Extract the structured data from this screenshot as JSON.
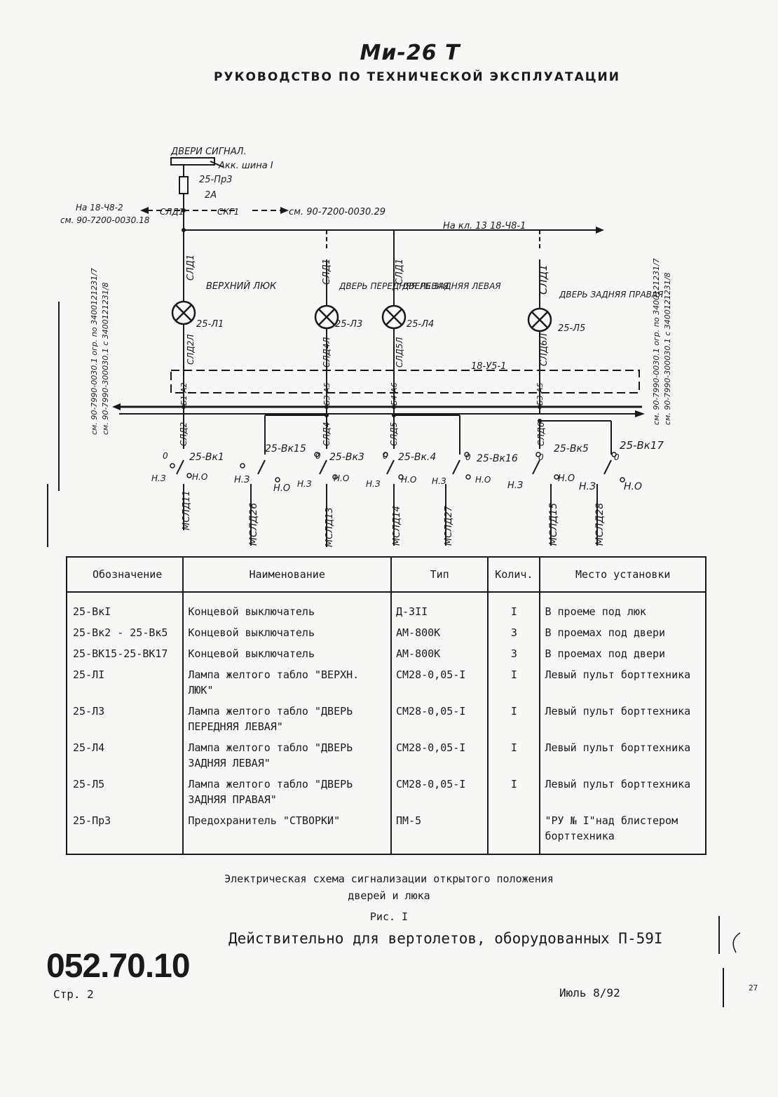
{
  "header": {
    "model": "Ми-26 Т",
    "title": "РУКОВОДСТВО ПО ТЕХНИЧЕСКОЙ ЭКСПЛУАТАЦИИ"
  },
  "schematic": {
    "top_box": "ДВЕРИ СИГНАЛ.",
    "bus": "Акк. шина I",
    "fuse": "25-Пр3",
    "fuse_rating": "2А",
    "left_ref_1": "На 18-Ч8-2",
    "left_ref_2": "см. 90-7200-0030.18",
    "sld1": "СЛД1",
    "skg1": "СКГ1",
    "right_ref": "см. 90-7200-0030.29",
    "right_ref_2": "На кл. 13 18-Ч8-1",
    "lamps": [
      {
        "id": "25-Л1",
        "label": "ВЕРХНИЙ ЛЮК",
        "out": "СЛД2Л",
        "pins": "Б1 А2",
        "sw": "СЛД2"
      },
      {
        "id": "25-Л3",
        "label": "ДВЕРЬ ПЕРЕДНЯЯ ЛЕВАЯ",
        "out": "СЛД4Л",
        "pins": "Б3 А5",
        "sw": "СЛД4"
      },
      {
        "id": "25-Л4",
        "label": "ДВЕРЬ ЗАДНЯЯ ЛЕВАЯ",
        "out": "СЛД5Л",
        "pins": "Б4 А6",
        "sw": "СЛД5"
      },
      {
        "id": "25-Л5",
        "label": "ДВЕРЬ ЗАДНЯЯ ПРАВАЯ",
        "out": "СЛД6Л",
        "pins": "Б3 А5",
        "sw": "СЛД6"
      }
    ],
    "connector": "18-У5-1",
    "left_vert_1": "см. 90-7990-0030.1 огр. по 3400121231/7",
    "left_vert_2": "см. 90-7990-300030.1 с 3400121231/8",
    "right_vert_1": "см. 90-7990-0030.1 огр. по 3400121231/7",
    "right_vert_2": "см. 90-7990-300030.1 с 3400121231/8",
    "switches": [
      "25-Вк1",
      "25-Вк15",
      "25-Вк3",
      "25-Вк.4",
      "25-Вк16",
      "25-Вк5",
      "25-Вк17"
    ],
    "nz": "Н.З",
    "no": "Н.О",
    "o": "0",
    "wires": [
      "МСЛД11",
      "МСЛД26",
      "МСЛД13",
      "МСЛД14",
      "МСЛД27",
      "МСЛД15",
      "МСЛД28"
    ]
  },
  "table": {
    "headers": [
      "Обозначение",
      "Наименование",
      "Тип",
      "Колич.",
      "Место установки"
    ],
    "rows": [
      {
        "code": "25-ВкI",
        "name": "Концевой выключатель",
        "type": "Д-3II",
        "qty": "I",
        "loc": "В проеме под люк"
      },
      {
        "code": "25-Вк2 - 25-Вк5",
        "name": "Концевой выключатель",
        "type": "АМ-800К",
        "qty": "3",
        "loc": "В проемах под двери"
      },
      {
        "code": "25-ВК15-25-ВК17",
        "name": "Концевой выключатель",
        "type": "АМ-800К",
        "qty": "3",
        "loc": "В проемах под двери"
      },
      {
        "code": "25-ЛI",
        "name": "Лампа желтого табло \"ВЕРХН. ЛЮК\"",
        "type": "СМ28-0,05-I",
        "qty": "I",
        "loc": "Левый пульт борттехника"
      },
      {
        "code": "25-Л3",
        "name": "Лампа желтого табло \"ДВЕРЬ ПЕРЕДНЯЯ ЛЕВАЯ\"",
        "type": "СМ28-0,05-I",
        "qty": "I",
        "loc": "Левый пульт борттехника"
      },
      {
        "code": "25-Л4",
        "name": "Лампа желтого табло \"ДВЕРЬ ЗАДНЯЯ ЛЕВАЯ\"",
        "type": "СМ28-0,05-I",
        "qty": "I",
        "loc": "Левый пульт борттехника"
      },
      {
        "code": "25-Л5",
        "name": "Лампа желтого табло \"ДВЕРЬ ЗАДНЯЯ ПРАВАЯ\"",
        "type": "СМ28-0,05-I",
        "qty": "I",
        "loc": "Левый пульт борттехника"
      },
      {
        "code": "25-Пр3",
        "name": "Предохранитель \"СТВОРКИ\"",
        "type": "ПМ-5",
        "qty": "",
        "loc": "\"РУ № I\"над блистером борттехника"
      }
    ]
  },
  "caption": {
    "line1": "Электрическая схема сигнализации открытого положения",
    "line2": "дверей и люка",
    "figure": "Рис. I"
  },
  "validity": "Действительно для вертолетов, оборудованных П-59I",
  "footer": {
    "doc_number": "052.70.10",
    "page": "Стр. 2",
    "date": "Июль 8/92",
    "sheet": "27"
  }
}
